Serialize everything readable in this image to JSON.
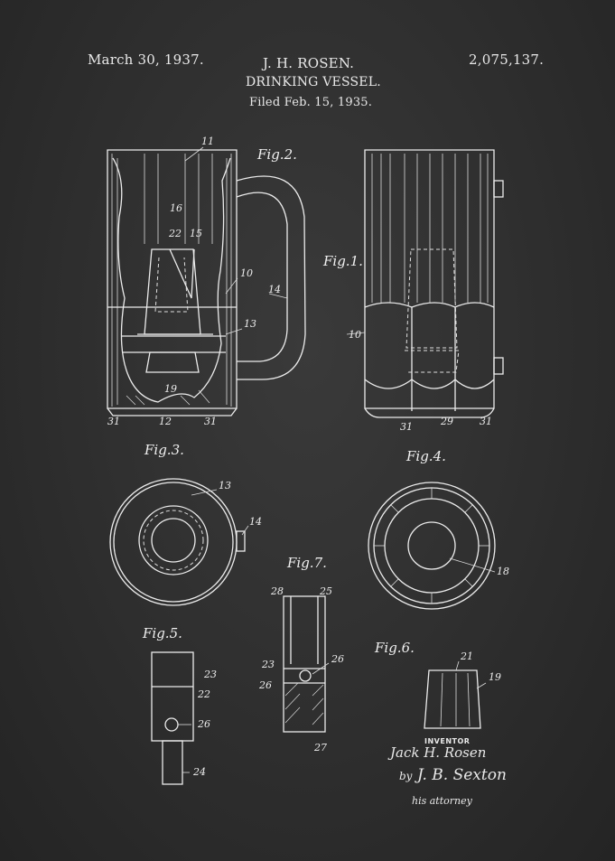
{
  "header": {
    "date": "March 30, 1937.",
    "inventor_name": "J. H. ROSEN.",
    "patent_number": "2,075,137.",
    "title": "DRINKING VESSEL.",
    "filed": "Filed Feb. 15, 1935."
  },
  "figures": {
    "fig1": "Fig.1.",
    "fig2": "Fig.2.",
    "fig3": "Fig.3.",
    "fig4": "Fig.4.",
    "fig5": "Fig.5.",
    "fig6": "Fig.6.",
    "fig7": "Fig.7."
  },
  "refs": {
    "r11": "11",
    "r16": "16",
    "r22a": "22",
    "r15": "15",
    "r10a": "10",
    "r14a": "14",
    "r13a": "13",
    "r19a": "19",
    "r12": "12",
    "r31a": "31",
    "r31b": "31",
    "r10b": "10",
    "r31c": "31",
    "r29": "29",
    "r31d": "31",
    "r13b": "13",
    "r14b": "14",
    "r18": "18",
    "r28": "28",
    "r25": "25",
    "r23a": "23",
    "r26a": "26",
    "r26b": "26",
    "r27": "27",
    "r23b": "23",
    "r22b": "22",
    "r26c": "26",
    "r24": "24",
    "r21": "21",
    "r19b": "19"
  },
  "signature": {
    "inventor_label": "INVENTOR",
    "inventor_signature": "Jack H. Rosen",
    "by": "by",
    "attorney_signature": "J. B. Sexton",
    "attorney_label": "his attorney"
  }
}
